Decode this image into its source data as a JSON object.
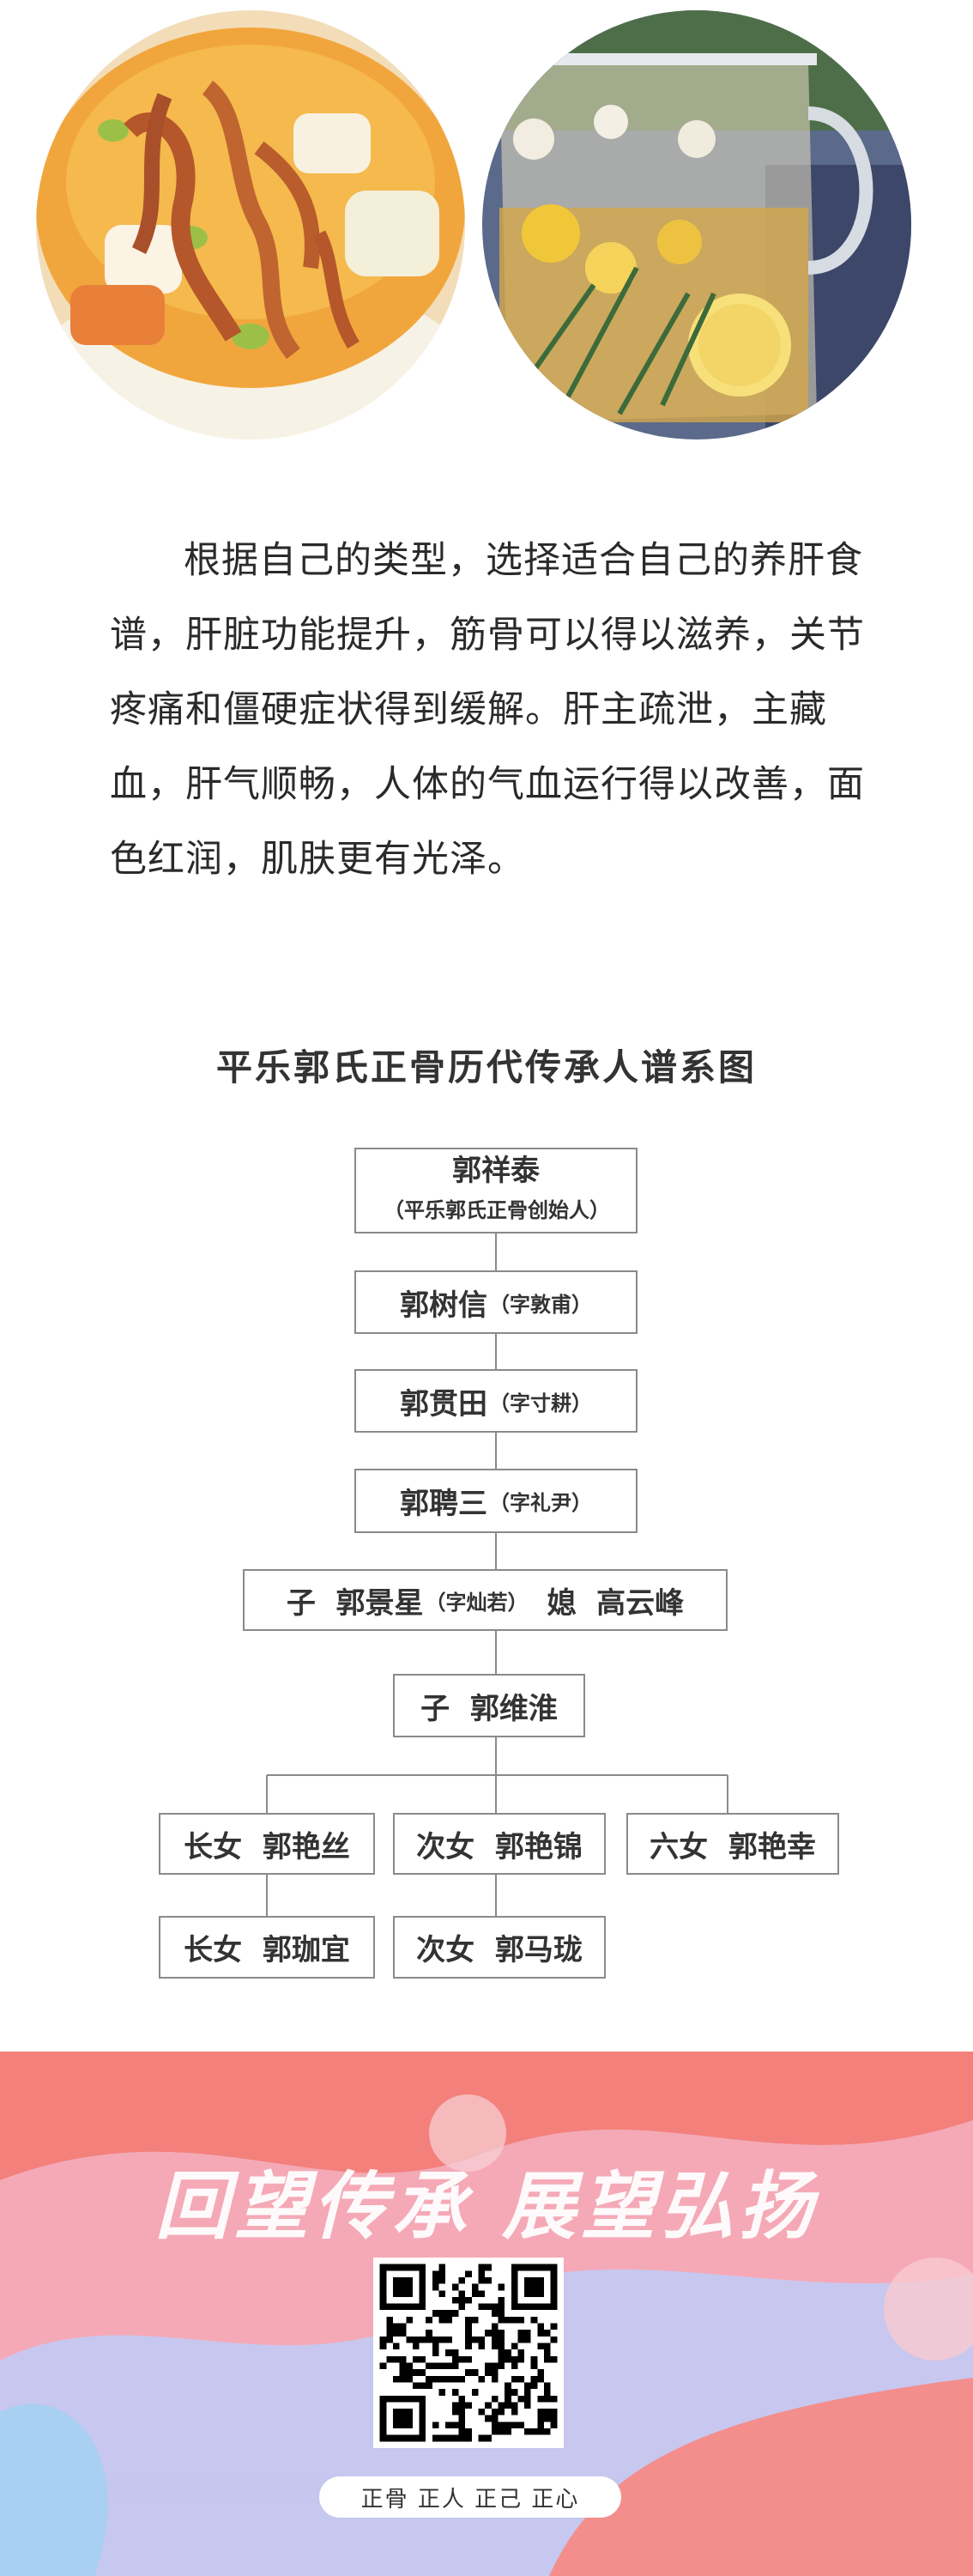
{
  "photos": [
    {
      "name": "liver-nourishing soup photo"
    },
    {
      "name": "herbal tea photo"
    }
  ],
  "paragraph": "根据自己的类型，选择适合自己的养肝食谱，肝脏功能提升，筋骨可以得以滋养，关节疼痛和僵硬症状得到缓解。肝主疏泄，主藏血，肝气顺畅，人体的气血运行得以改善，面色红润，肌肤更有光泽。",
  "tree": {
    "title": "平乐郭氏正骨历代传承人谱系图",
    "gen1": {
      "name": "郭祥泰",
      "note": "（平乐郭氏正骨创始人）"
    },
    "gen2": {
      "name": "郭树信",
      "note": "（字敦甫）"
    },
    "gen3": {
      "name": "郭贯田",
      "note": "（字寸耕）"
    },
    "gen4": {
      "name": "郭聘三",
      "note": "（字礼尹）"
    },
    "gen5": {
      "prefix": "子  郭景星",
      "note": "（字灿若）",
      "suffix": "媳  高云峰"
    },
    "gen6": {
      "name": "子  郭维淮"
    },
    "gen7": [
      "长女  郭艳丝",
      "次女  郭艳锦",
      "六女  郭艳幸"
    ],
    "gen8": [
      "长女  郭珈宜",
      "次女  郭马珑"
    ]
  },
  "footer": {
    "slogan": "回望传承 展望弘扬",
    "motto": "正骨 正人 正己 正心",
    "colors": {
      "coral": "#f2706f",
      "pink": "#f6b2bd",
      "lavender": "#c9c7ef",
      "sky": "#b8d6f3"
    }
  }
}
